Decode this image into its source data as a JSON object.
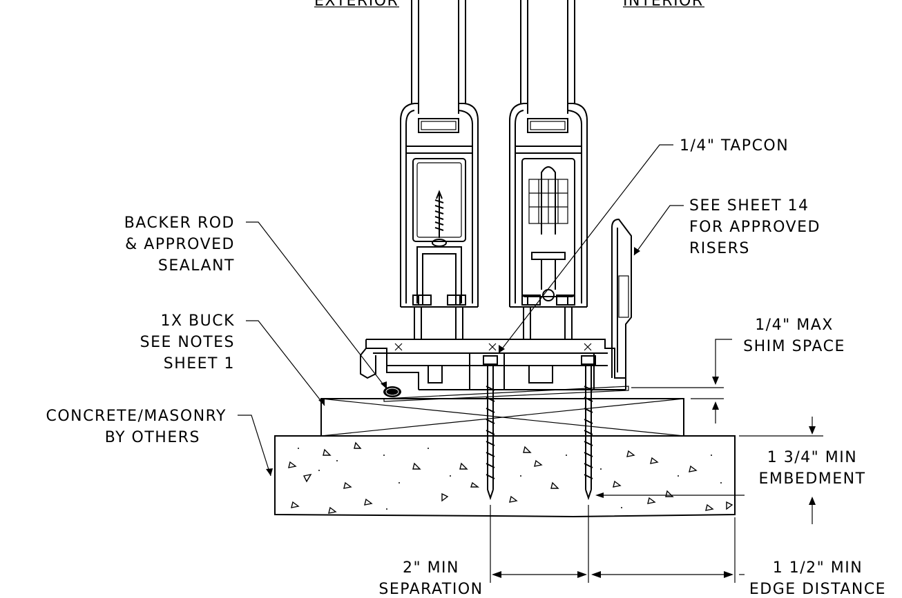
{
  "header": {
    "exterior": "EXTERIOR",
    "interior": "INTERIOR"
  },
  "labels": {
    "tapcon": "1/4\" TAPCON",
    "risers": [
      "SEE SHEET 14",
      "FOR APPROVED",
      "RISERS"
    ],
    "backer_rod": [
      "BACKER ROD",
      "& APPROVED",
      "SEALANT"
    ],
    "buck": [
      "1X BUCK",
      "SEE NOTES",
      "SHEET 1"
    ],
    "shim": [
      "1/4\" MAX",
      "SHIM SPACE"
    ],
    "concrete": [
      "CONCRETE/MASONRY",
      "BY OTHERS"
    ],
    "embedment": [
      "1 3/4\" MIN",
      "EMBEDMENT"
    ],
    "separation": [
      "2\" MIN",
      "SEPARATION"
    ],
    "edge_distance": [
      "1 1/2\" MIN",
      "EDGE DISTANCE"
    ]
  }
}
